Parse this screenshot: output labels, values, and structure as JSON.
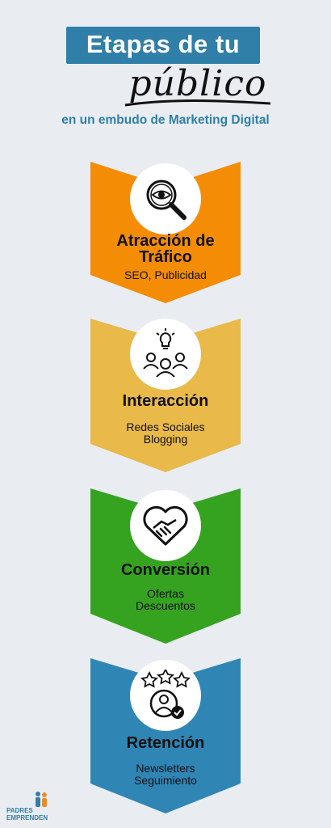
{
  "header": {
    "title_line1": "Etapas de tu",
    "title_line2": "público",
    "subtitle": "en un embudo de Marketing Digital"
  },
  "stages": [
    {
      "title": "Atracción de Tráfico",
      "title_a": "Atracción de",
      "title_b": "Tráfico",
      "desc_a": "SEO, Publicidad",
      "desc_b": "",
      "icon": "magnifier-eye-icon",
      "color": "#f48c06"
    },
    {
      "title": "Interacción",
      "title_a": "Interacción",
      "title_b": "",
      "desc_a": "Redes Sociales",
      "desc_b": "Blogging",
      "icon": "lightbulb-people-icon",
      "color": "#e9b949"
    },
    {
      "title": "Conversión",
      "title_a": "Conversión",
      "title_b": "",
      "desc_a": "Ofertas",
      "desc_b": "Descuentos",
      "icon": "handshake-heart-icon",
      "color": "#36a320"
    },
    {
      "title": "Retención",
      "title_a": "Retención",
      "title_b": "",
      "desc_a": "Newsletters",
      "desc_b": "Seguimiento",
      "icon": "star-user-check-icon",
      "color": "#2f86b5"
    }
  ],
  "logo": {
    "line1": "PADRES",
    "line2": "EMPRENDEN"
  }
}
